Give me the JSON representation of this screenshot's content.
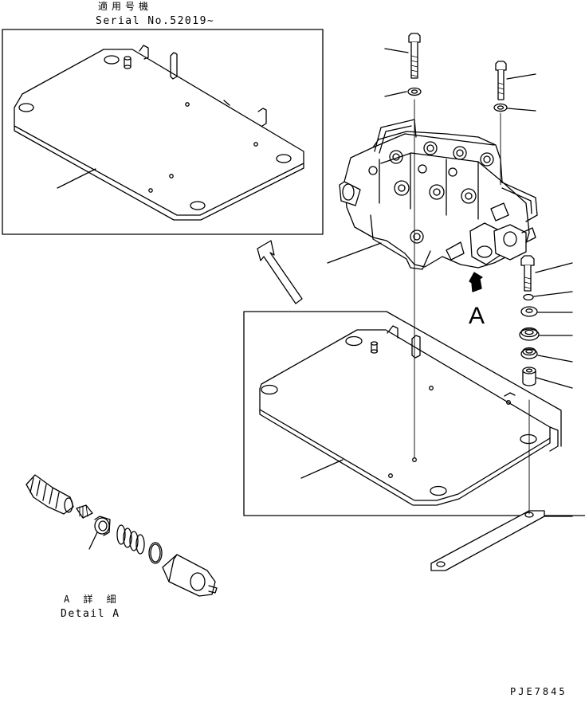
{
  "inset_note": {
    "jp": "適用号機",
    "serial": "Serial No.52019~"
  },
  "view_label": "A",
  "detail_note": {
    "jp": "A 詳 細",
    "en": "Detail A"
  },
  "drawing_code": "PJE7845"
}
